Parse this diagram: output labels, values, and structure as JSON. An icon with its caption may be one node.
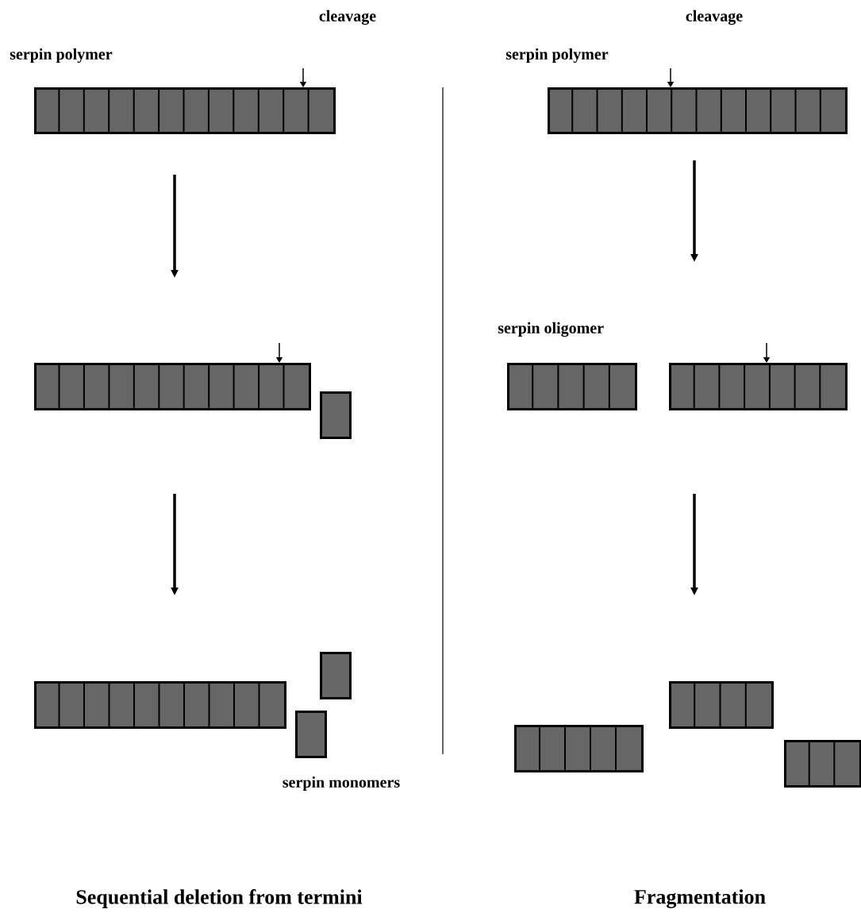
{
  "diagram": {
    "nodes": [
      {
        "text": [],
        "shape": "bar",
        "beside": [
          "serpin polymer"
        ]
      },
      {
        "text": [],
        "shape": "bar",
        "beside": [
          "serpin polymer"
        ]
      },
      {
        "text": [],
        "shape": "bar"
      },
      {
        "text": [],
        "shape": "bar",
        "beside": [
          "serpin oligomer"
        ]
      },
      {
        "text": [],
        "shape": "bar"
      },
      {
        "text": [],
        "shape": "box"
      },
      {
        "text": [],
        "shape": "bar"
      },
      {
        "text": [],
        "shape": "box"
      },
      {
        "text": [],
        "shape": "box"
      },
      {
        "text": [],
        "shape": "bar"
      },
      {
        "text": [],
        "shape": "bar"
      },
      {
        "text": [],
        "shape": "bar"
      }
    ],
    "edges": [
      {
        "from": null,
        "to": 0,
        "arrow": "to"
      },
      {
        "from": null,
        "to": 1,
        "arrow": "to"
      },
      {
        "from": null,
        "to": 2,
        "arrow": "to"
      },
      {
        "from": null,
        "to": 4,
        "arrow": "to"
      }
    ],
    "labels": [
      "cleavage",
      "cleavage",
      "serpin monomers",
      "Sequential deletion from termini",
      "Fragmentation"
    ]
  }
}
